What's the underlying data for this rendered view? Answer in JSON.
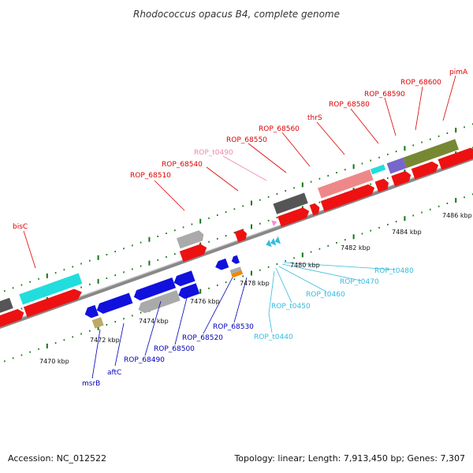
{
  "title": "Rhodococcus opacus B4, complete genome",
  "footer": {
    "accession": "Accession: NC_012522",
    "summary": "Topology: linear; Length: 7,913,450 bp; Genes: 7,307"
  },
  "colors": {
    "backbone": "#888888",
    "forward_label": "#dd0000",
    "reverse_label": "#0000bb",
    "trna_label": "#33bbdd",
    "pseudo_label": "#ee88aa",
    "tick": "#117711",
    "gene_red": "#ee1111",
    "gene_blue": "#1111dd",
    "gene_cyan": "#22dddd",
    "gene_gray": "#aaaaaa",
    "gene_dark": "#555555",
    "gene_salmon": "#ee8888",
    "gene_olive": "#778833",
    "gene_purple": "#7766cc",
    "gene_orange": "#ee8800",
    "gene_khaki": "#bbaa66",
    "gene_pink": "#ff88cc"
  },
  "kbp_labels": [
    "7470 kbp",
    "7472 kbp",
    "7474 kbp",
    "7476 kbp",
    "7478 kbp",
    "7480 kbp",
    "7482 kbp",
    "7484 kbp",
    "7486 kbp"
  ],
  "gene_labels": {
    "forward": [
      "bisC",
      "ROP_68510",
      "ROP_68540",
      "ROP_68550",
      "ROP_68560",
      "thrS",
      "ROP_68580",
      "ROP_68590",
      "ROP_68600",
      "pimA"
    ],
    "pseudo": [
      "ROP_t0490"
    ],
    "reverse": [
      "msrB",
      "aftC",
      "ROP_68490",
      "ROP_68500",
      "ROP_68520",
      "ROP_68530"
    ],
    "trna": [
      "ROP_t0440",
      "ROP_t0450",
      "ROP_t0460",
      "ROP_t0470",
      "ROP_t0480"
    ]
  }
}
